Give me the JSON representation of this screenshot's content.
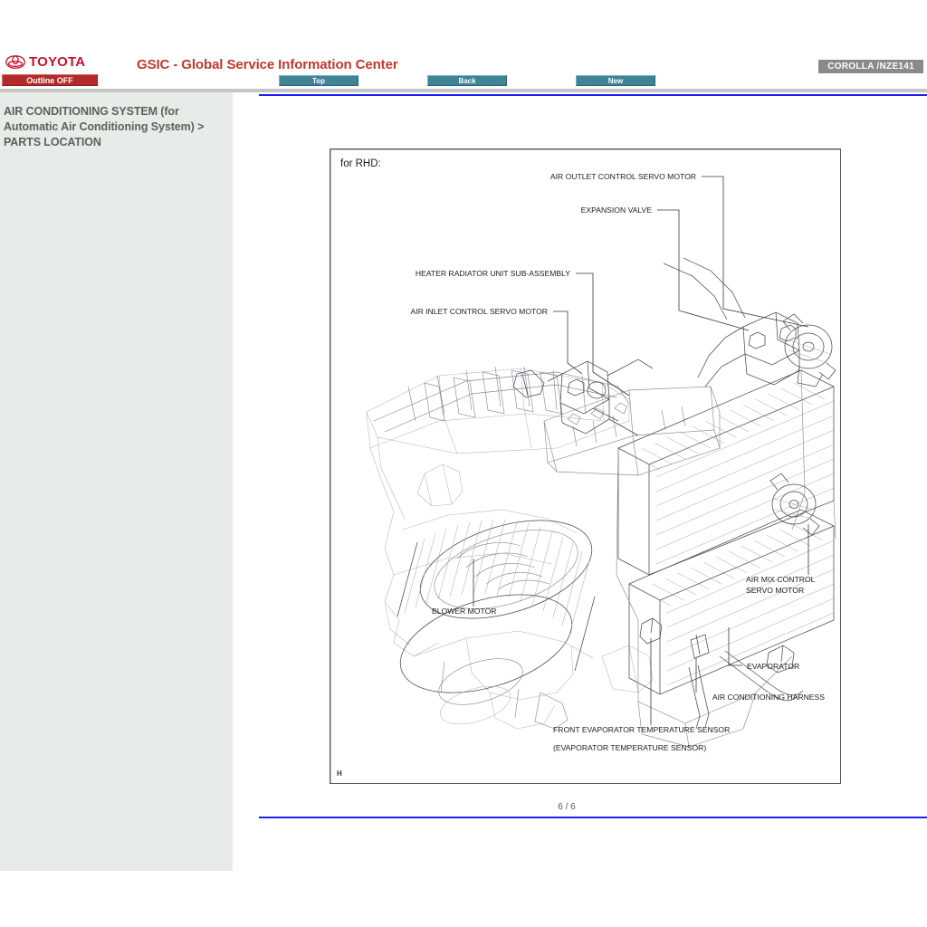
{
  "header": {
    "brand": "TOYOTA",
    "brand_icon": "toyota-emblem-icon",
    "title": "GSIC - Global Service Information Center",
    "outline_button": "Outline OFF",
    "vehicle": "COROLLA /NZE141",
    "nav_buttons": [
      {
        "label": "Top"
      },
      {
        "label": "Back"
      },
      {
        "label": "New"
      }
    ],
    "colors": {
      "brand_red": "#c8102e",
      "title_red": "#c0392b",
      "outline_button_bg": "#b22a2a",
      "nav_button_bg": "#3f8496",
      "vehicle_badge_bg": "#8a8a8a",
      "rule_blue": "#2020ee",
      "sidebar_bg": "#e8ece8"
    }
  },
  "sidebar": {
    "breadcrumb": "AIR CONDITIONING SYSTEM (for Automatic Air Conditioning System) > PARTS LOCATION"
  },
  "content": {
    "page_indicator": "6 / 6"
  },
  "figure": {
    "note": "for RHD:",
    "corner_mark": "H",
    "callouts": [
      {
        "label": "AIR OUTLET CONTROL SERVO MOTOR"
      },
      {
        "label": "EXPANSION VALVE"
      },
      {
        "label": "HEATER RADIATOR UNIT SUB-ASSEMBLY"
      },
      {
        "label": "AIR INLET CONTROL SERVO MOTOR"
      },
      {
        "label": "BLOWER MOTOR"
      },
      {
        "label": "AIR MIX CONTROL"
      },
      {
        "label": "SERVO MOTOR"
      },
      {
        "label": "EVAPORATOR"
      },
      {
        "label": "AIR CONDITIONING HARNESS"
      },
      {
        "label": "FRONT EVAPORATOR TEMPERATURE SENSOR"
      },
      {
        "label": "(EVAPORATOR TEMPERATURE SENSOR)"
      }
    ]
  }
}
